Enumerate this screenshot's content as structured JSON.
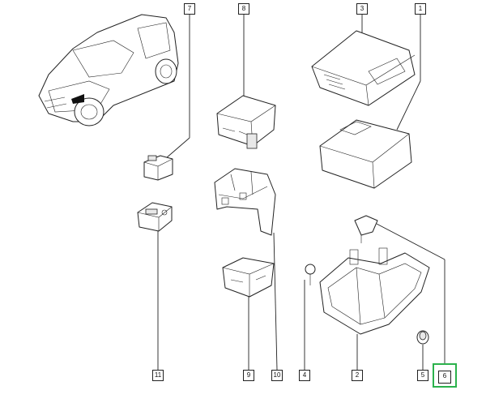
{
  "diagram": {
    "callouts": [
      {
        "id": "c7",
        "label": "7"
      },
      {
        "id": "c8",
        "label": "8"
      },
      {
        "id": "c3",
        "label": "3"
      },
      {
        "id": "c1",
        "label": "1"
      },
      {
        "id": "c11",
        "label": "11"
      },
      {
        "id": "c9",
        "label": "9"
      },
      {
        "id": "c10",
        "label": "10"
      },
      {
        "id": "c4",
        "label": "4"
      },
      {
        "id": "c2",
        "label": "2"
      },
      {
        "id": "c5",
        "label": "5"
      },
      {
        "id": "c6",
        "label": "6"
      }
    ],
    "highlight_color": "#2bb24c",
    "line_color": "#222222"
  }
}
